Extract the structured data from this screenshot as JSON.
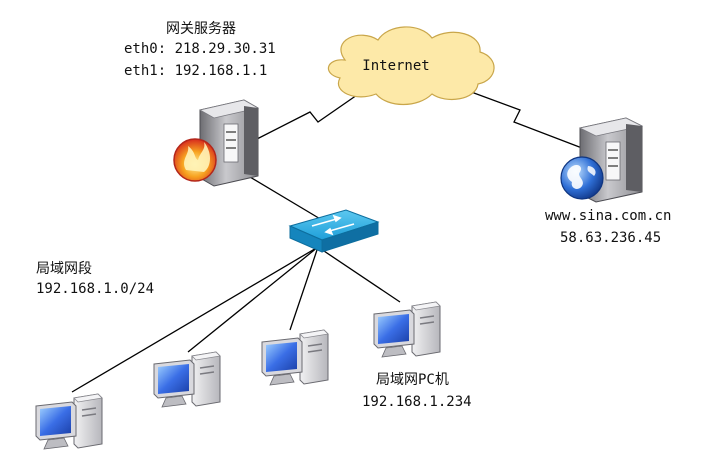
{
  "gateway": {
    "title": "网关服务器",
    "eth0": "eth0: 218.29.30.31",
    "eth1": "eth1: 192.168.1.1"
  },
  "internet": {
    "label": "Internet"
  },
  "server": {
    "host": "www.sina.com.cn",
    "ip": "58.63.236.45"
  },
  "lan": {
    "segment_label": "局域网段",
    "segment_cidr": "192.168.1.0/24"
  },
  "pc": {
    "label": "局域网PC机",
    "ip": "192.168.1.234"
  },
  "colors": {
    "cloud_fill": "#fde9a8",
    "switch_blue": "#1f9fd9",
    "server_gray": "#8a8a8e",
    "monitor_blue": "#3a6ee6",
    "firewall_red": "#e23a2a",
    "globe_blue": "#2f6fd6"
  }
}
